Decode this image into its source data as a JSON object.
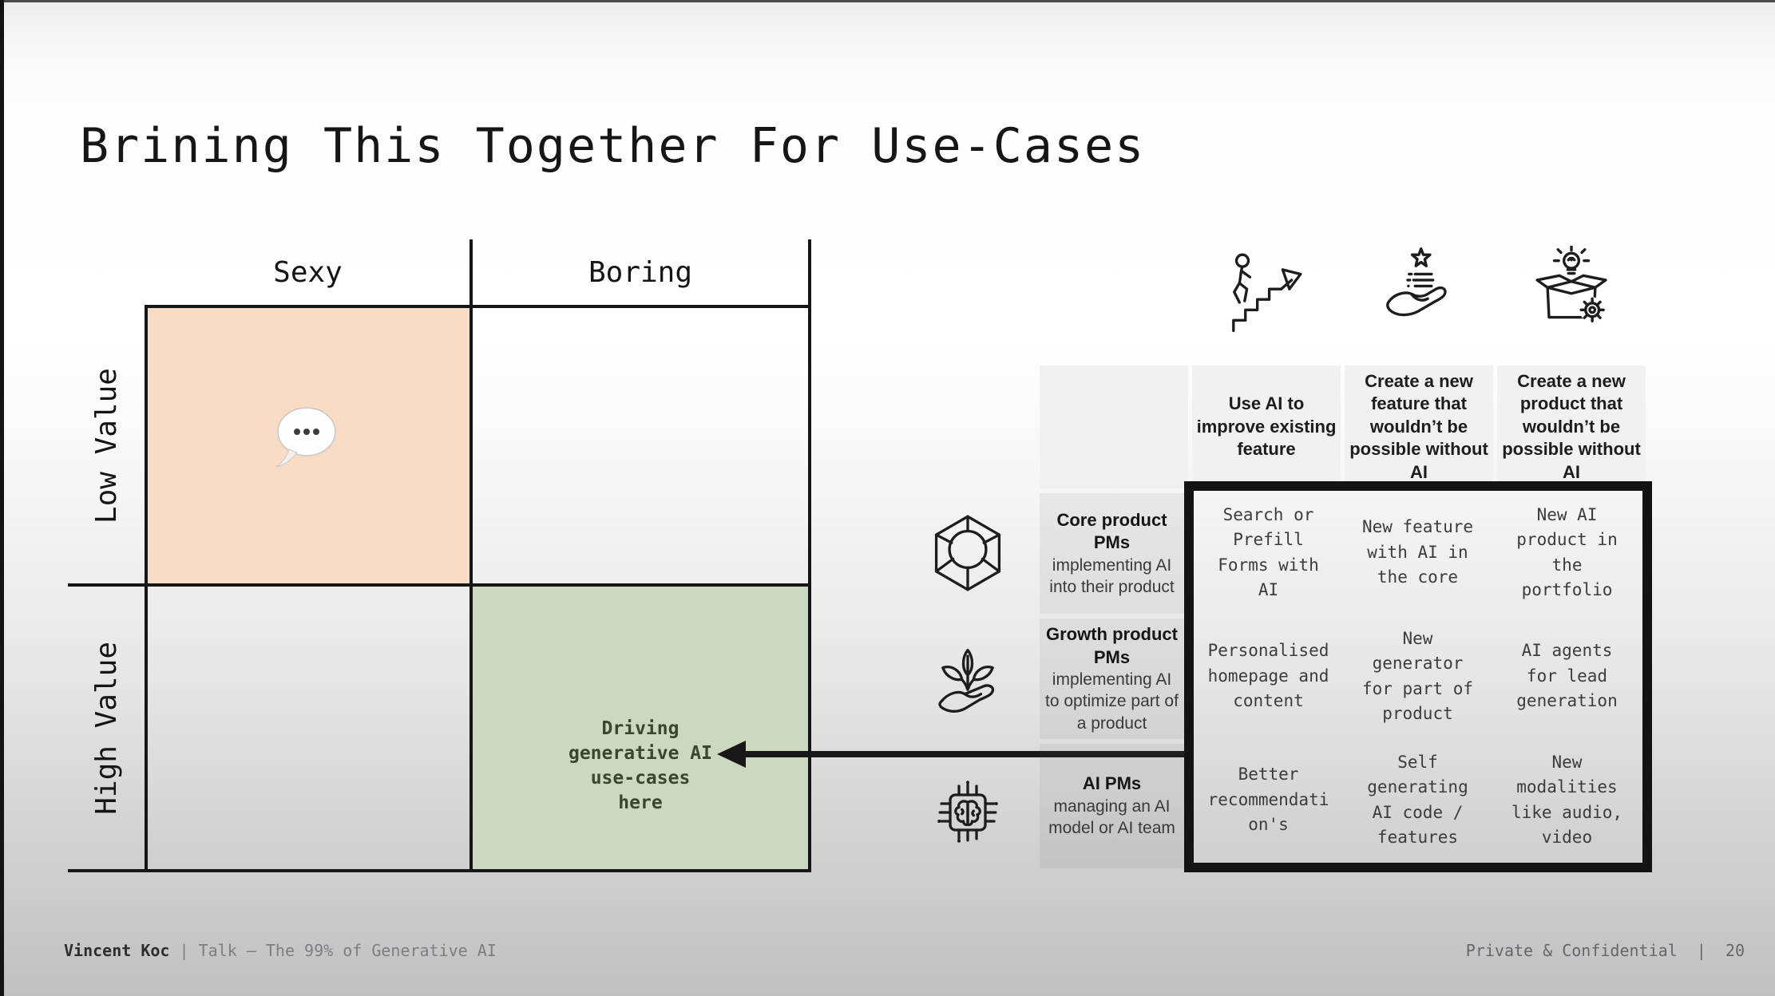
{
  "slide": {
    "title": "Brining This Together For Use-Cases"
  },
  "matrix": {
    "col_labels": [
      "Sexy",
      "Boring"
    ],
    "row_labels": [
      "Low Value",
      "High Value"
    ],
    "bubble_icon": "speech-bubble-emoji",
    "note_lines": [
      "Driving",
      "generative AI",
      "use-cases",
      "here"
    ],
    "colors": {
      "sexy_low_fill": "#f8dcc6",
      "boring_high_fill": "#ccd9c0"
    }
  },
  "table": {
    "column_headers": [
      {
        "icon": "improvement-stairs-icon",
        "label": "Use AI to improve existing feature"
      },
      {
        "icon": "hand-star-list-icon",
        "label": "Create a new feature that wouldn’t be possible without AI"
      },
      {
        "icon": "box-bulb-gear-icon",
        "label": "Create a new product that wouldn’t be possible without AI"
      }
    ],
    "rows": [
      {
        "icon": "cube-sphere-icon",
        "name": "Core product PMs",
        "desc": "implementing AI into their product",
        "cells": [
          [
            "Search or",
            "Prefill",
            "Forms with",
            "AI"
          ],
          [
            "New feature",
            "with AI in",
            "the core"
          ],
          [
            "New AI",
            "product in",
            "the",
            "portfolio"
          ]
        ]
      },
      {
        "icon": "hand-plant-icon",
        "name": "Growth product PMs",
        "desc": "implementing AI to optimize part of a product",
        "cells": [
          [
            "Personalised",
            "homepage and",
            "content"
          ],
          [
            "New",
            "generator",
            "for part of",
            "product"
          ],
          [
            "AI agents",
            "for lead",
            "generation"
          ]
        ]
      },
      {
        "icon": "ai-chip-brain-icon",
        "name": "AI PMs",
        "desc": "managing an AI model or AI team",
        "cells": [
          [
            "Better",
            "recommendati",
            "on's"
          ],
          [
            "Self",
            "generating",
            "AI code /",
            "features"
          ],
          [
            "New",
            "modalities",
            "like audio,",
            "video"
          ]
        ]
      }
    ]
  },
  "footer": {
    "author": "Vincent Koc",
    "talk": " | Talk – The 99% of Generative AI",
    "right": "Private & Confidential  |  20"
  }
}
